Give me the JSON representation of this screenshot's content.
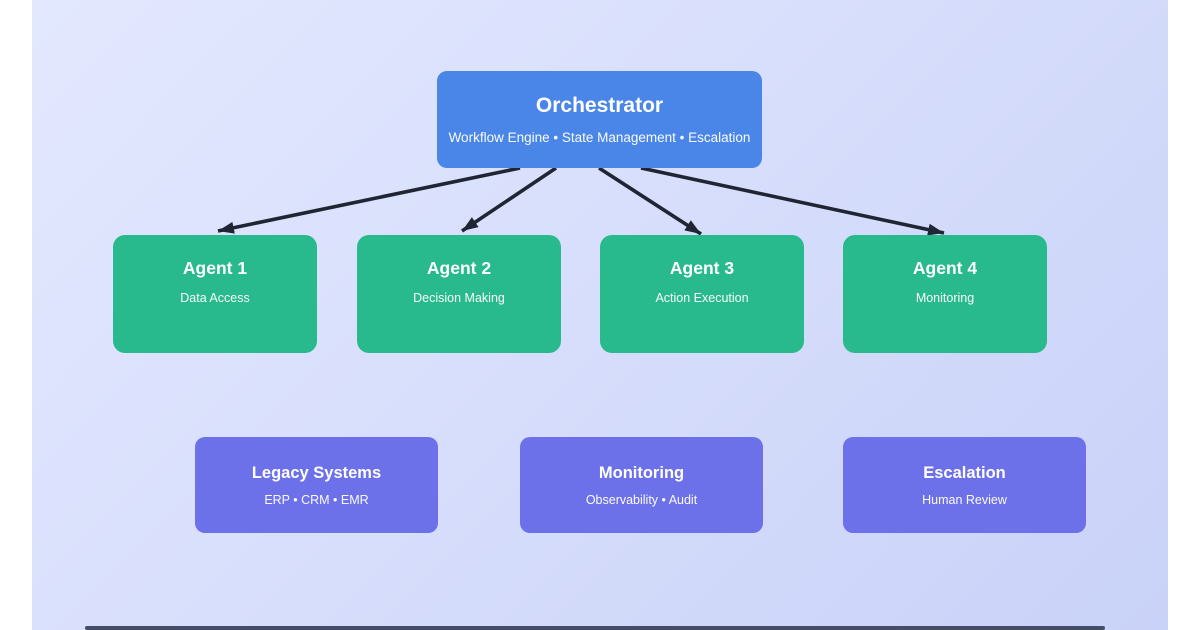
{
  "colors": {
    "background_gradient_start": "#e3e8fe",
    "background_gradient_end": "#c9d2f8",
    "orchestrator_fill": "#4a86e8",
    "agent_fill": "#28ba8c",
    "system_fill": "#6d71e9",
    "arrow": "#1f2533",
    "node_text": "#ffffff"
  },
  "diagram": {
    "orchestrator": {
      "title": "Orchestrator",
      "subtitle": "Workflow Engine • State Management • Escalation"
    },
    "agents": [
      {
        "title": "Agent 1",
        "subtitle": "Data Access"
      },
      {
        "title": "Agent 2",
        "subtitle": "Decision Making"
      },
      {
        "title": "Agent 3",
        "subtitle": "Action Execution"
      },
      {
        "title": "Agent 4",
        "subtitle": "Monitoring"
      }
    ],
    "systems": [
      {
        "title": "Legacy Systems",
        "subtitle": "ERP • CRM • EMR"
      },
      {
        "title": "Monitoring",
        "subtitle": "Observability • Audit"
      },
      {
        "title": "Escalation",
        "subtitle": "Human Review"
      }
    ],
    "connections": [
      {
        "from": "orchestrator",
        "to": "agent-1"
      },
      {
        "from": "orchestrator",
        "to": "agent-2"
      },
      {
        "from": "orchestrator",
        "to": "agent-3"
      },
      {
        "from": "orchestrator",
        "to": "agent-4"
      }
    ]
  }
}
